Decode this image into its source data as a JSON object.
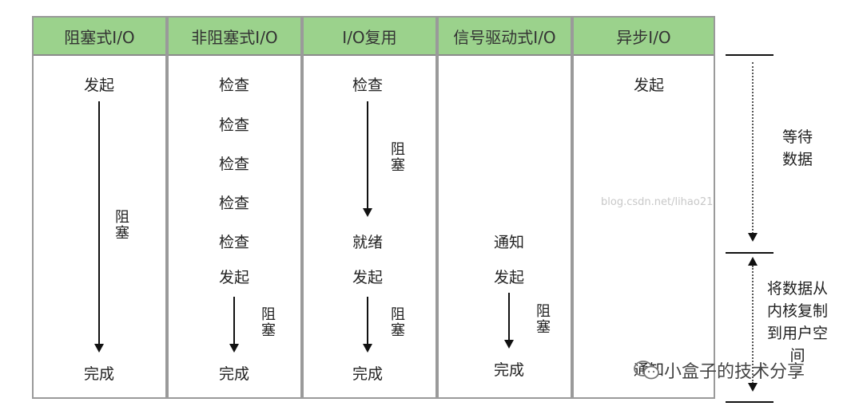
{
  "headers": [
    "阻塞式I/O",
    "非阻塞式I/O",
    "I/O复用",
    "信号驱动式I/O",
    "异步I/O"
  ],
  "columns": {
    "blocking": {
      "start": "发起",
      "blocked": "阻塞",
      "done": "完成"
    },
    "nonblocking": {
      "checks": [
        "检查",
        "检查",
        "检查",
        "检查",
        "检查"
      ],
      "start": "发起",
      "blocked": "阻塞",
      "done": "完成"
    },
    "multiplexing": {
      "check": "检查",
      "blocked1": "阻塞",
      "ready": "就绪",
      "start": "发起",
      "blocked2": "阻塞",
      "done": "完成"
    },
    "signal": {
      "notify": "通知",
      "start": "发起",
      "blocked": "阻塞",
      "done": "完成"
    },
    "async": {
      "start": "发起",
      "notify": "通知",
      "watermark": "blog.csdn.net/lihao21"
    }
  },
  "side": {
    "phase1": [
      "等待",
      "数据"
    ],
    "phase2": [
      "将数据从",
      "内核复制",
      "到用户空",
      "间"
    ]
  },
  "brand": "小盒子的技术分享"
}
